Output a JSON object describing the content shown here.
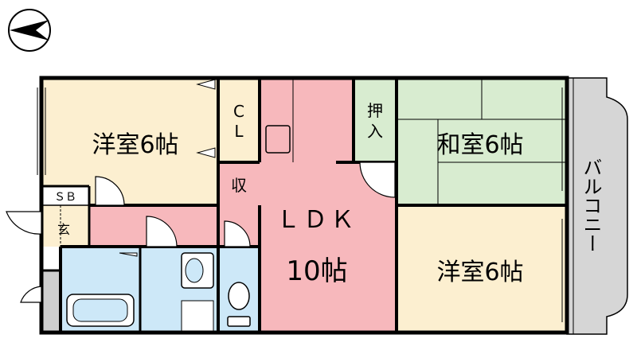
{
  "rooms": {
    "western_room_1": {
      "label": "洋室6帖"
    },
    "closet": {
      "label_line1": "C",
      "label_line2": "L"
    },
    "storage": {
      "label": "収"
    },
    "japanese_room": {
      "label": "和室6帖"
    },
    "oshiire": {
      "label_line1": "押",
      "label_line2": "入"
    },
    "ldk": {
      "label": "ＬＤＫ",
      "size": "10帖"
    },
    "western_room_2": {
      "label": "洋室6帖"
    },
    "shoe_box": {
      "label": "ＳＢ"
    },
    "entrance": {
      "label": "玄"
    },
    "balcony": {
      "label": "バルコニー"
    }
  },
  "colors": {
    "western": "#fcefd0",
    "japanese": "#d8ecd0",
    "ldk": "#f7b8bc",
    "wet": "#cde8f8",
    "balcony": "#d6d6d6",
    "wall": "#000000"
  },
  "icons": {
    "north": "north-arrow-icon"
  }
}
